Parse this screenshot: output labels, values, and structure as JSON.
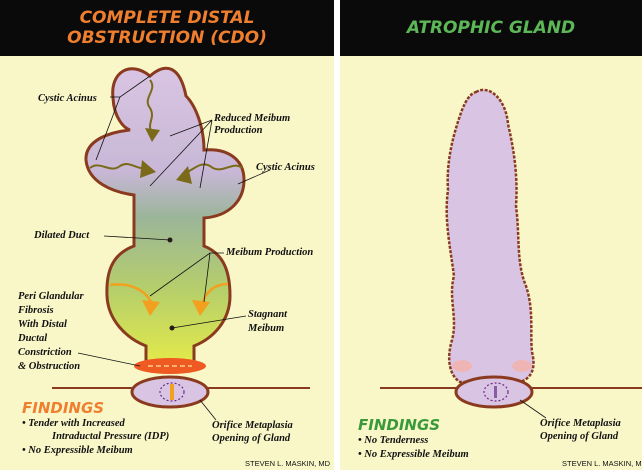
{
  "left": {
    "title": "COMPLETE DISTAL OBSTRUCTION (CDO)",
    "labels": {
      "cystic_acinus_top": "Cystic Acinus",
      "reduced_meibum": "Reduced Meibum\nProduction",
      "cystic_acinus_right": "Cystic Acinus",
      "dilated_duct": "Dilated Duct",
      "meibum_production": "Meibum Production",
      "peri_glandular": "Peri Glandular\nFibrosis\nWith Distal\nDuctal\nConstriction\n& Obstruction",
      "stagnant_meibum": "Stagnant\nMeibum",
      "orifice_metaplasia": "Orifice Metaplasia",
      "opening_of_gland": "Opening of Gland"
    },
    "findings_title": "FINDINGS",
    "findings": [
      "• Tender with Increased",
      "Intraductal Pressure (IDP)",
      "• No Expressible Meibum"
    ],
    "credit": "STEVEN L. MASKIN, MD",
    "colors": {
      "title": "#ef7f2e",
      "findings": "#ef7f2e",
      "gland": "#d9c5e3",
      "outline": "#8a3a1e",
      "arrow_dark": "#7a6a1a",
      "arrow_orange": "#f2a01e"
    }
  },
  "right": {
    "title": "ATROPHIC GLAND",
    "labels": {
      "orifice_metaplasia": "Orifice Metaplasia",
      "opening_of_gland": "Opening of Gland"
    },
    "findings_title": "FINDINGS",
    "findings": [
      "• No Tenderness",
      "• No Expressible Meibum"
    ],
    "credit": "STEVEN L. MASKIN, M",
    "colors": {
      "title": "#5cb857",
      "findings": "#3a9a3a",
      "gland": "#d9c5e3",
      "outline": "#8a3a1e"
    }
  }
}
